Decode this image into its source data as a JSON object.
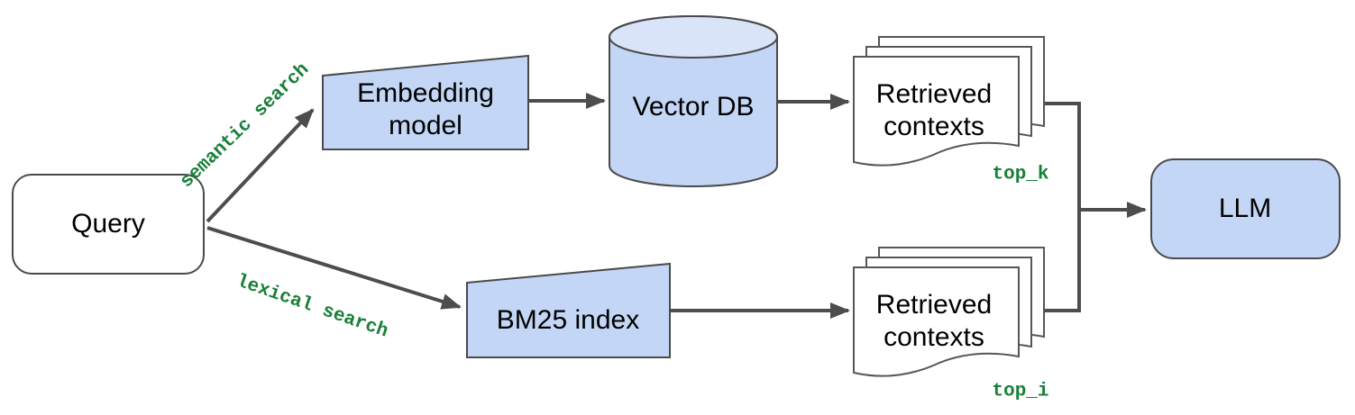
{
  "diagram": {
    "title_hint": "hybrid retrieval RAG flow",
    "nodes": {
      "query": {
        "label": "Query"
      },
      "embedding_model": {
        "line1": "Embedding",
        "line2": "model"
      },
      "vector_db": {
        "label": "Vector DB"
      },
      "retrieved_contexts_top": {
        "line1": "Retrieved",
        "line2": "contexts"
      },
      "bm25_index": {
        "label": "BM25 index"
      },
      "retrieved_contexts_bottom": {
        "line1": "Retrieved",
        "line2": "contexts"
      },
      "llm": {
        "label": "LLM"
      }
    },
    "edge_labels": {
      "semantic": {
        "line1": "semantic",
        "line2": "search"
      },
      "lexical": {
        "line1": "lexical",
        "line2": "search"
      },
      "top_k": "top_k",
      "top_i": "top_i"
    },
    "colors": {
      "node_fill": "#c3d6f5",
      "cylinder_top_fill": "#d9e4f8",
      "shape_stroke": "#4a4a4a",
      "connector": "#4d4d4d",
      "edge_label_green": "#188038"
    }
  }
}
